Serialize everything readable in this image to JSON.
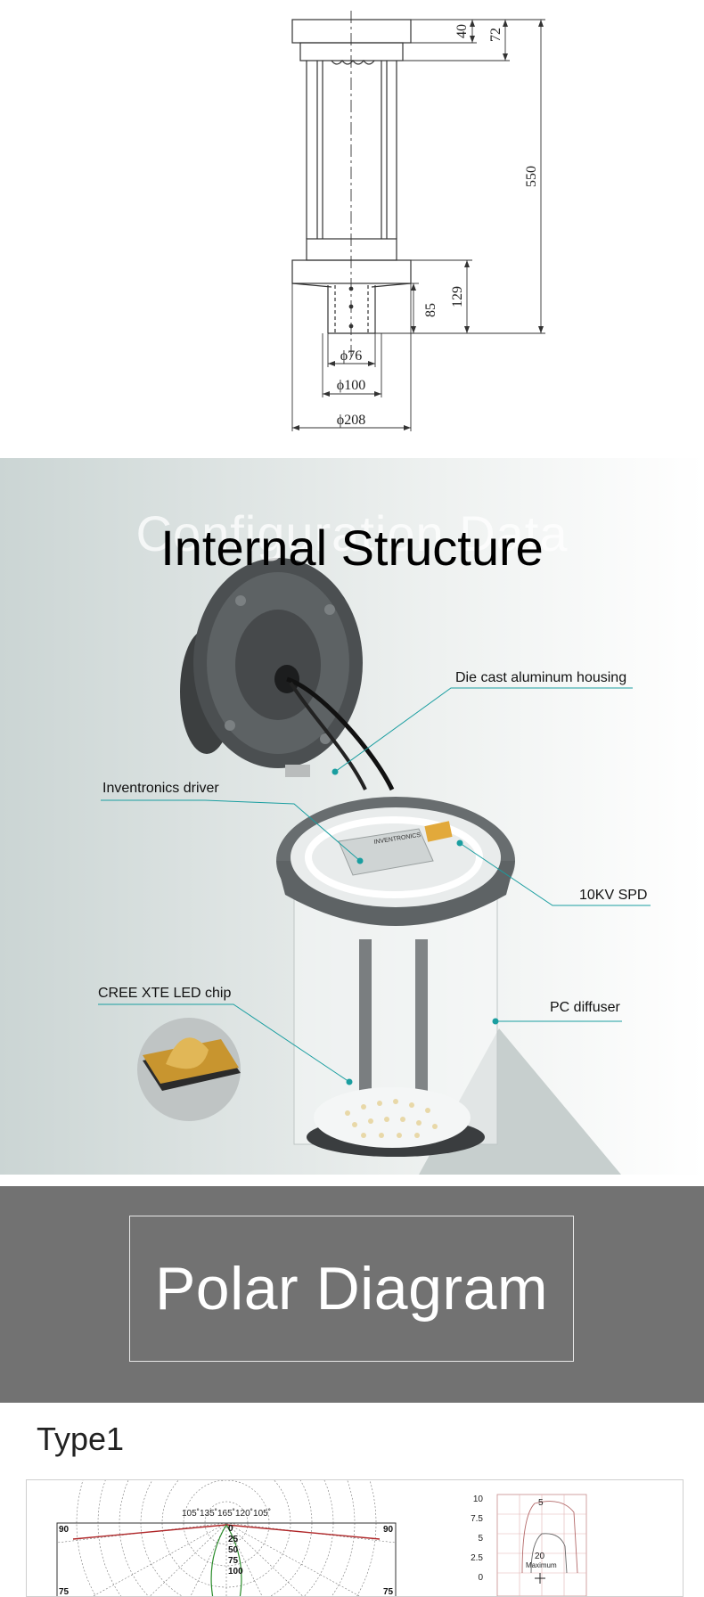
{
  "drawing": {
    "dims": {
      "cap_height": "40",
      "head_height": "72",
      "total_height": "550",
      "base_height": "129",
      "inner_base_height": "85",
      "d76": "ϕ76",
      "d100": "ϕ100",
      "d208": "ϕ208"
    }
  },
  "structure": {
    "ghost_title": "Configuration Data",
    "title": "Internal Structure",
    "callouts": {
      "housing": "Die cast aluminum housing",
      "driver": "Inventronics driver",
      "spd": "10KV SPD",
      "chip": "CREE XTE LED chip",
      "diffuser": "PC diffuser"
    },
    "driver_brand": "INVENTRONICS",
    "accent_color": "#1a9ea0"
  },
  "polar": {
    "title": "Polar Diagram"
  },
  "type_section": {
    "label": "Type1",
    "polar_top_angles": "105˚135˚165˚120˚105˚",
    "polar_left_angle": "90",
    "polar_right_angle": "90",
    "polar_left_75": "75",
    "polar_right_75": "75",
    "polar_radial": [
      "0",
      "25",
      "50",
      "75",
      "100"
    ],
    "iso_y_ticks": [
      "10",
      "7.5",
      "5",
      "2.5",
      "0"
    ],
    "iso_label_5": "5",
    "iso_label_20": "20",
    "iso_label_max": "Maximum"
  }
}
